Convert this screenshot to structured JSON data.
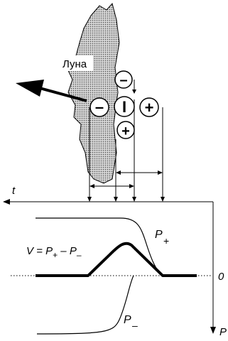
{
  "labels": {
    "moon": "Луна",
    "axis_t": "t",
    "axis_p": "P",
    "zero": "0",
    "p_plus_base": "P",
    "p_plus_sub": "+",
    "p_minus_base": "P",
    "p_minus_sub": "–",
    "formula_v": "V",
    "formula_eq": " = P",
    "formula_sub1": "+",
    "formula_mid": " – P",
    "formula_sub2": "–"
  },
  "detectors": {
    "minus_left": "–",
    "minus_top": "–",
    "center": "I",
    "plus_right": "+",
    "plus_bottom": "+"
  }
}
